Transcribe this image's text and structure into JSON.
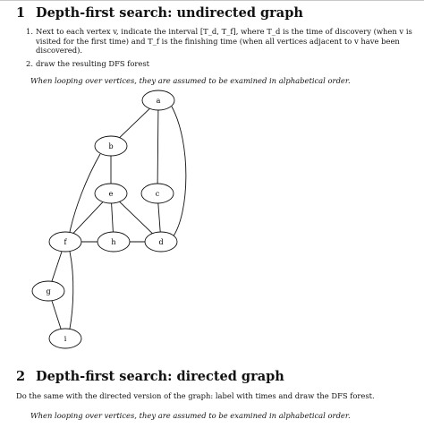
{
  "section1": {
    "number": "1",
    "title": "Depth-first search: undirected graph",
    "items": [
      {
        "marker": "1.",
        "text": "Next to each vertex v, indicate the interval [T_d, T_f], where T_d is the time of discovery (when v is visited for the first time) and T_f is the finishing time (when all vertices adjacent to v have been discovered)."
      },
      {
        "marker": "2.",
        "text": "draw the resulting DFS forest"
      }
    ],
    "note": "When looping over vertices, they are assumed to be examined in alphabetical order."
  },
  "graph": {
    "nodes": [
      "a",
      "b",
      "c",
      "e",
      "f",
      "h",
      "d",
      "g",
      "i"
    ],
    "edges": [
      [
        "a",
        "b"
      ],
      [
        "a",
        "c"
      ],
      [
        "a",
        "d"
      ],
      [
        "b",
        "e"
      ],
      [
        "b",
        "f"
      ],
      [
        "c",
        "d"
      ],
      [
        "e",
        "f"
      ],
      [
        "e",
        "h"
      ],
      [
        "e",
        "d"
      ],
      [
        "f",
        "d"
      ],
      [
        "f",
        "g"
      ],
      [
        "f",
        "i"
      ],
      [
        "g",
        "i"
      ]
    ]
  },
  "section2": {
    "number": "2",
    "title": "Depth-first search: directed graph",
    "body": "Do the same with the directed version of the graph: label with times and draw the DFS forest.",
    "note": "When looping over vertices, they are assumed to be examined in alphabetical order."
  }
}
